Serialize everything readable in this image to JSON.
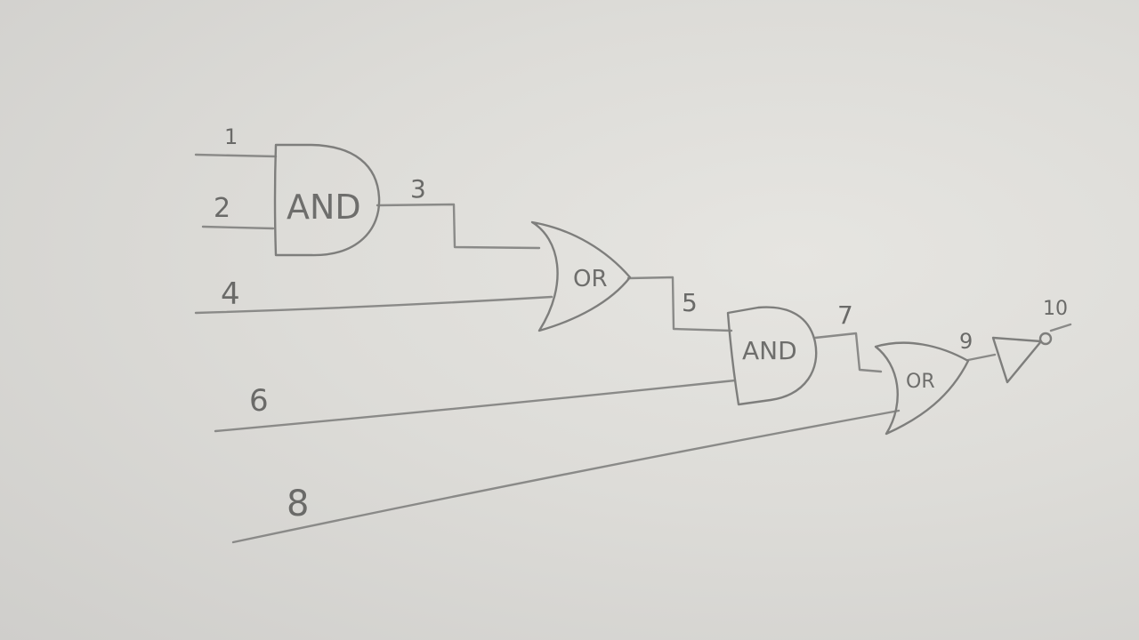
{
  "gates": {
    "and1": "AND",
    "or1": "OR",
    "and2": "AND",
    "or2": "OR"
  },
  "wire_labels": {
    "w1": "1",
    "w2": "2",
    "w3": "3",
    "w4": "4",
    "w5": "5",
    "w6": "6",
    "w7": "7",
    "w8": "8",
    "w9": "9",
    "w10": "10"
  }
}
